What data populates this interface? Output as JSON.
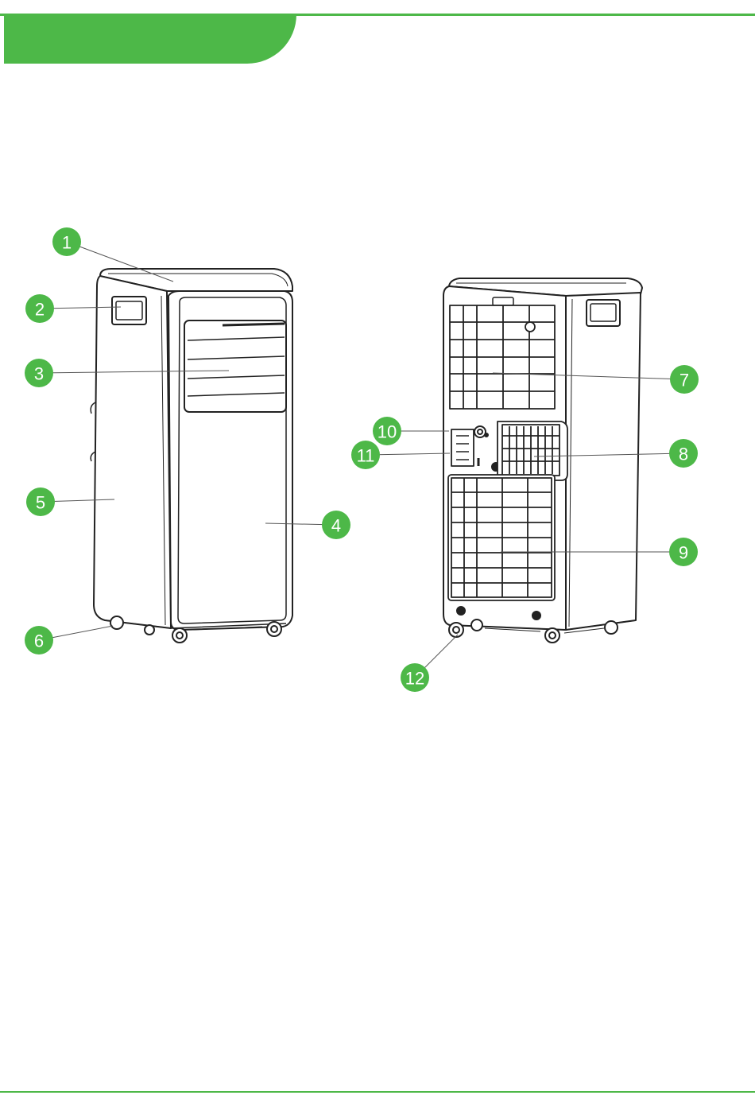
{
  "colors": {
    "accent": "#4db848",
    "line": "#222222",
    "leader": "#555555"
  },
  "callouts": [
    {
      "label": "1"
    },
    {
      "label": "2"
    },
    {
      "label": "3"
    },
    {
      "label": "4"
    },
    {
      "label": "5"
    },
    {
      "label": "6"
    },
    {
      "label": "7"
    },
    {
      "label": "8"
    },
    {
      "label": "9"
    },
    {
      "label": "10"
    },
    {
      "label": "11"
    },
    {
      "label": "12"
    }
  ]
}
